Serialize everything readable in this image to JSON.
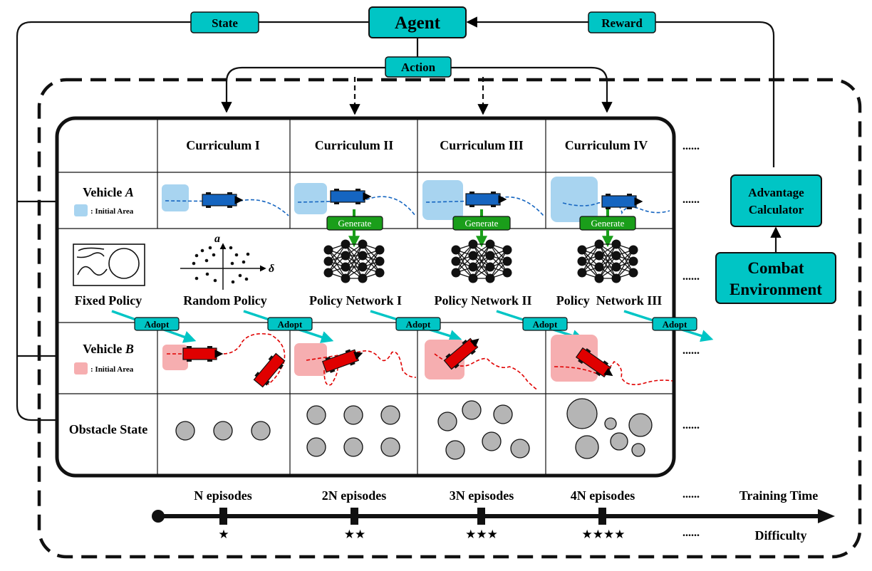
{
  "agent": {
    "title": "Agent",
    "state_label": "State",
    "reward_label": "Reward",
    "action_label": "Action"
  },
  "right": {
    "advantage_line1": "Advantage",
    "advantage_line2": "Calculator",
    "combat_line1": "Combat",
    "combat_line2": "Environment"
  },
  "curricula": [
    "Curriculum I",
    "Curriculum II",
    "Curriculum III",
    "Curriculum IV"
  ],
  "rows": {
    "vehicle_a": "Vehicle",
    "vehicle_a_letter": "A",
    "vehicle_b": "Vehicle",
    "vehicle_b_letter": "B",
    "initial_area": ": Initial Area",
    "obstacle": "Obstacle State"
  },
  "policies": [
    "Fixed Policy",
    "Random Policy",
    "Policy Network I",
    "Policy Network II",
    "Policy  Network III"
  ],
  "random_axes": {
    "y": "a",
    "x": "δ"
  },
  "generate_label": "Generate",
  "adopt_label": "Adopt",
  "ellipsis": "......",
  "timeline": {
    "episodes": [
      "N episodes",
      "2N episodes",
      "3N episodes",
      "4N episodes"
    ],
    "stars": [
      "★",
      "★★",
      "★★★",
      "★★★★"
    ],
    "training_time": "Training Time",
    "difficulty": "Difficulty"
  },
  "colors": {
    "teal": "#00C5C5",
    "green": "#1A9E1A",
    "blue_area": "#A8D4F0",
    "blue_vehicle": "#1565C0",
    "pink_area": "#F6AEB0",
    "red_vehicle": "#E00000",
    "obstacle": "#B5B5B5"
  }
}
